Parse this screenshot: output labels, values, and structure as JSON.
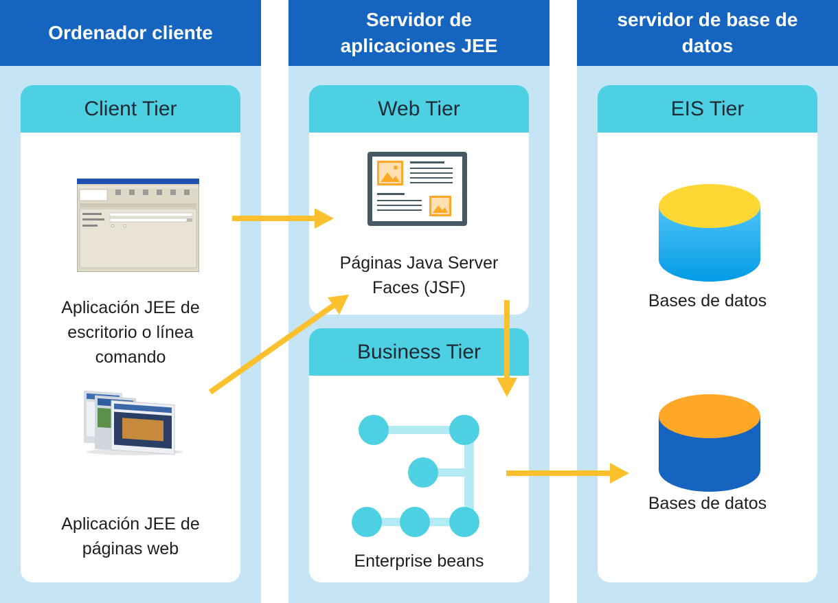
{
  "columns": [
    {
      "header": "Ordenador cliente",
      "tier": "Client Tier",
      "items": [
        {
          "label_line1": "Aplicación JEE de",
          "label_line2": "escritorio o línea",
          "label_line3": "comando"
        },
        {
          "label_line1": "Aplicación JEE de",
          "label_line2": "páginas web"
        }
      ]
    },
    {
      "header_line1": "Servidor de",
      "header_line2": "aplicaciones JEE",
      "web_tier": {
        "title": "Web Tier",
        "label_line1": "Páginas Java Server",
        "label_line2": "Faces (JSF)"
      },
      "business_tier": {
        "title": "Business Tier",
        "label": "Enterprise beans"
      }
    },
    {
      "header_line1": "servidor de base de",
      "header_line2": "datos",
      "tier": "EIS Tier",
      "databases": [
        {
          "label": "Bases de datos",
          "top_color": "#fdd835",
          "body_color": "#29a8e8"
        },
        {
          "label": "Bases de datos",
          "top_color": "#ffa726",
          "body_color": "#1565c0"
        }
      ]
    }
  ],
  "colors": {
    "header_blue": "#1565c0",
    "column_bg": "#c5e5f5",
    "tier_header": "#4dd0e1",
    "arrow": "#fbc02d",
    "node": "#4dd0e1"
  },
  "icons": {
    "desktop_app": "desktop-app-window-screenshot",
    "web_pages": "web-pages-screenshot",
    "jsf_page": "web-page-layout-icon",
    "beans": "enterprise-beans-node-graph-icon",
    "database": "database-cylinder-icon"
  }
}
